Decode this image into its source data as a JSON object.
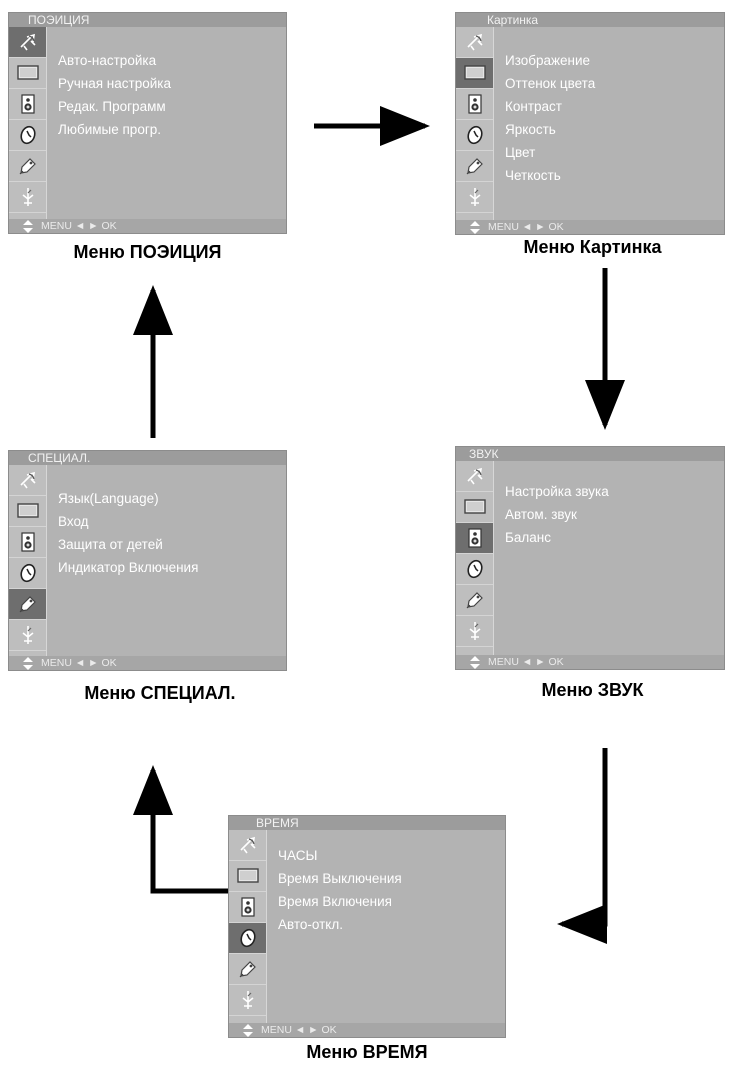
{
  "footer": {
    "text": "MENU  ◄ ►  OK",
    "updown_icon": "updown-arrow-icon"
  },
  "sidebar_icons": [
    "antenna-icon",
    "picture-screen-icon",
    "speaker-icon",
    "clock-icon",
    "tag-icon",
    "lamp-icon"
  ],
  "menus": {
    "position": {
      "title": "ПОЭИЦИЯ",
      "caption": "Меню ПОЭИЦИЯ",
      "active_index": 0,
      "items": [
        "Авто-настройка",
        "Ручная  настройка",
        "Редак. Программ",
        "Любимые прогр."
      ]
    },
    "picture": {
      "title": "Картинка",
      "caption": "Меню Картинка",
      "active_index": 1,
      "items": [
        "Изображение",
        "Оттенок цвета",
        "Контраст",
        "Яркость",
        "Цвет",
        "Четкость"
      ]
    },
    "special": {
      "title": "СПЕЦИАЛ.",
      "caption": "Меню СПЕЦИАЛ.",
      "active_index": 4,
      "items": [
        "Язык(Language)",
        "Вход",
        "Защита от детей",
        "Индикатор Включения"
      ]
    },
    "sound": {
      "title": "ЗВУК",
      "caption": "Меню ЗВУК",
      "active_index": 2,
      "items": [
        "Настройка звука",
        "Автом. звук",
        "Баланс"
      ]
    },
    "time": {
      "title": "ВРЕМЯ",
      "caption": "Меню ВРЕМЯ",
      "active_index": 3,
      "items": [
        "ЧАСЫ",
        "Время Выключения",
        "Время Включения",
        "Авто-откл."
      ]
    }
  },
  "colors": {
    "panel_bg": "#b3b3b3",
    "active_cell": "#6e6e6e",
    "item_text": "#ffffff",
    "arrow": "#000000"
  }
}
